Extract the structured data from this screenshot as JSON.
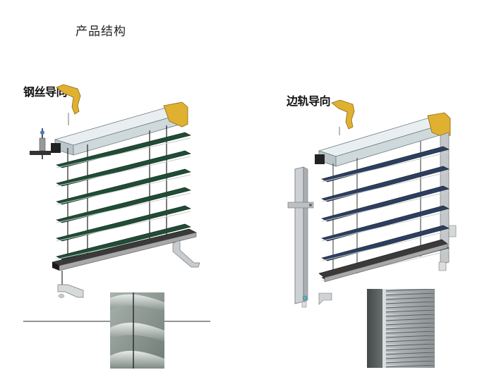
{
  "page": {
    "title": "产品结构"
  },
  "left_diagram": {
    "label": "钢丝导向",
    "slat_color": "#1f4d35",
    "slat_count": 6
  },
  "right_diagram": {
    "label": "边轨导向",
    "slat_color": "#2d3e63",
    "slat_count": 6
  },
  "colors": {
    "headrail": "#d5dde0",
    "bracket": "#e0b030",
    "bottom_rail": "#1a1a1a"
  }
}
